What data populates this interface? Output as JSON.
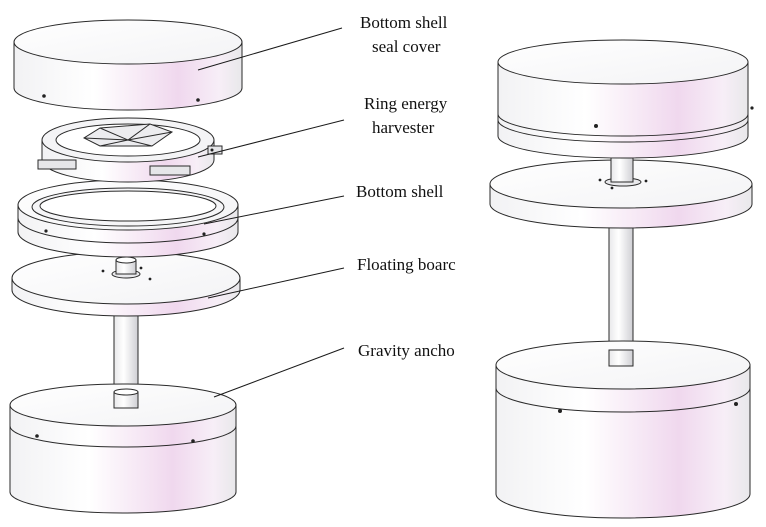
{
  "diagram": {
    "labels": {
      "bottom_shell_seal_cover": [
        "Bottom shell",
        "seal cover"
      ],
      "ring_energy_harvester": [
        "Ring energy",
        "harvester"
      ],
      "bottom_shell": "Bottom shell",
      "floating_board": "Floating boarc",
      "gravity_anchor": "Gravity ancho"
    }
  }
}
